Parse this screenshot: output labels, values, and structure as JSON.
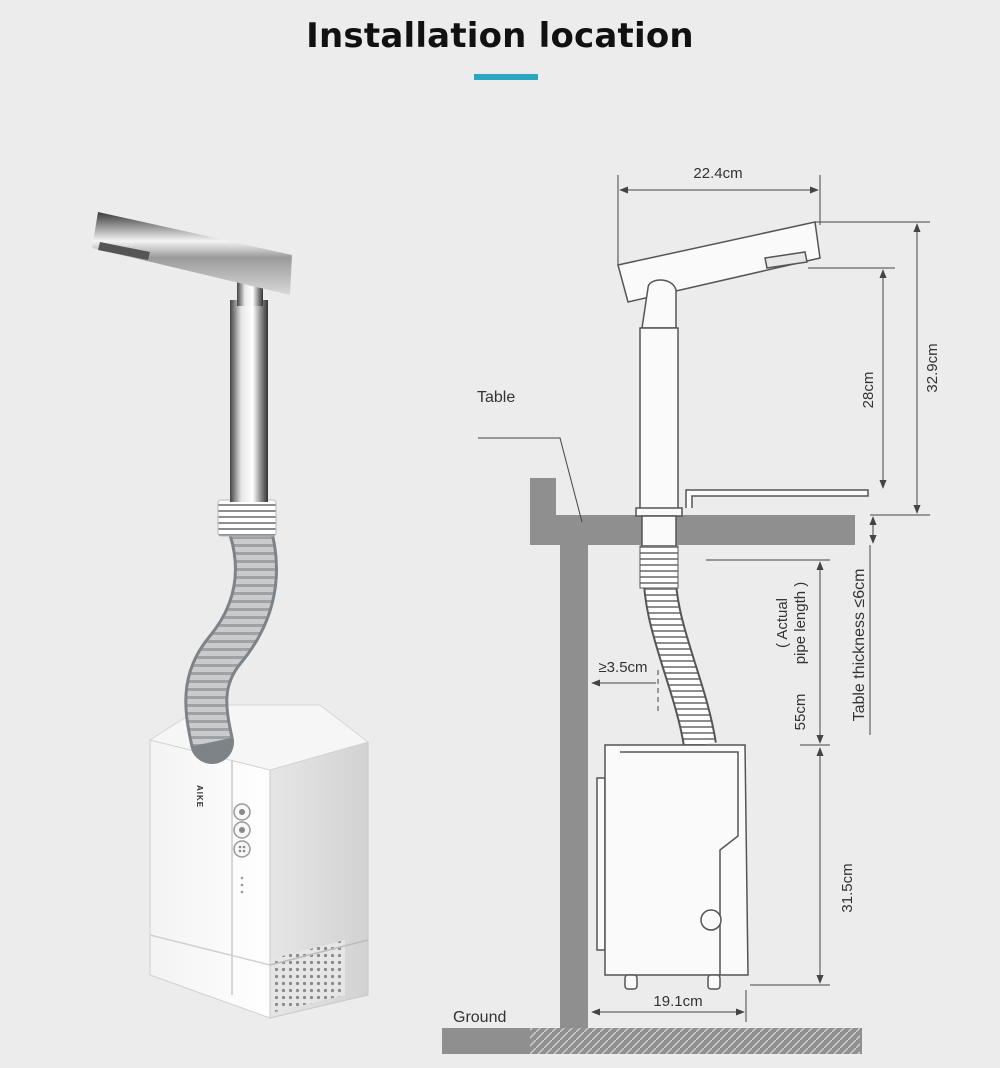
{
  "header": {
    "title": "Installation location",
    "accent_color": "#2aa7c0"
  },
  "product_photo": {
    "brand_text": "AIKE"
  },
  "diagram": {
    "labels": {
      "table": "Table",
      "ground": "Ground"
    },
    "dimensions": {
      "spout_width": "22.4cm",
      "total_height": "32.9cm",
      "body_height": "28cm",
      "table_thickness": "Table thickness ≤6cm",
      "pipe_length_line1": "( Actual",
      "pipe_length_line2": "pipe length )",
      "pipe_length_value": "55cm",
      "wall_clearance": "≥3.5cm",
      "unit_height": "31.5cm",
      "unit_depth": "19.1cm"
    }
  }
}
